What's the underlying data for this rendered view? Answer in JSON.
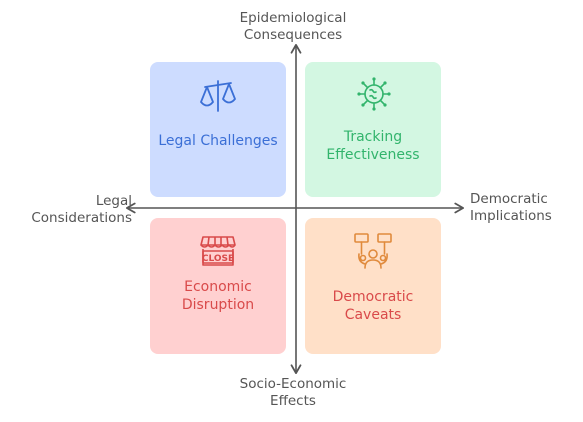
{
  "axes": {
    "top": [
      "Epidemiological",
      "Consequences"
    ],
    "bottom": [
      "Socio-Economic",
      "Effects"
    ],
    "left": [
      "Legal",
      "Considerations"
    ],
    "right": [
      "Democratic",
      "Implications"
    ]
  },
  "quadrants": {
    "top_left": {
      "lines": [
        "Legal Challenges"
      ],
      "icon": "scales-icon",
      "color": "#3b6fd6",
      "background": "#cddcff"
    },
    "top_right": {
      "lines": [
        "Tracking",
        "Effectiveness"
      ],
      "icon": "virus-icon",
      "color": "#32b46c",
      "background": "#d3f7e2"
    },
    "bottom_left": {
      "lines": [
        "Economic",
        "Disruption"
      ],
      "icon": "closed-shop-icon",
      "icon_text": "CLOSE",
      "color": "#d94a4a",
      "background": "#ffd0d0"
    },
    "bottom_right": {
      "lines": [
        "Democratic",
        "Caveats"
      ],
      "icon": "protest-icon",
      "color": "#d94a4a",
      "background": "#ffe0c8"
    }
  },
  "axis_color": "#555555"
}
